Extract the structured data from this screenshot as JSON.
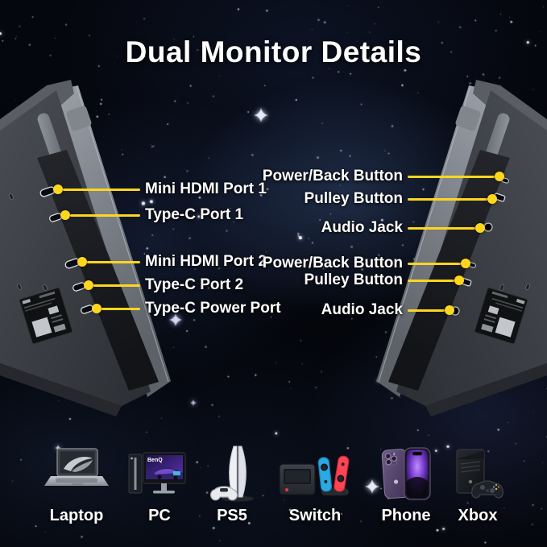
{
  "title": "Dual Monitor Details",
  "accent_color": "#ffd61e",
  "callouts": {
    "left": [
      {
        "label": "Mini HDMI Port 1"
      },
      {
        "label": "Type-C Port 1"
      },
      {
        "label": "Mini HDMI Port 2"
      },
      {
        "label": "Type-C Port 2"
      },
      {
        "label": "Type-C Power Port"
      }
    ],
    "right": [
      {
        "label": "Power/Back Button"
      },
      {
        "label": "Pulley Button"
      },
      {
        "label": "Audio Jack"
      },
      {
        "label": "Power/Back Button"
      },
      {
        "label": "Pulley Button"
      },
      {
        "label": "Audio Jack"
      }
    ]
  },
  "devices": [
    {
      "label": "Laptop"
    },
    {
      "label": "PC",
      "brand": "BenQ"
    },
    {
      "label": "PS5"
    },
    {
      "label": "Switch"
    },
    {
      "label": "Phone"
    },
    {
      "label": "Xbox"
    }
  ]
}
